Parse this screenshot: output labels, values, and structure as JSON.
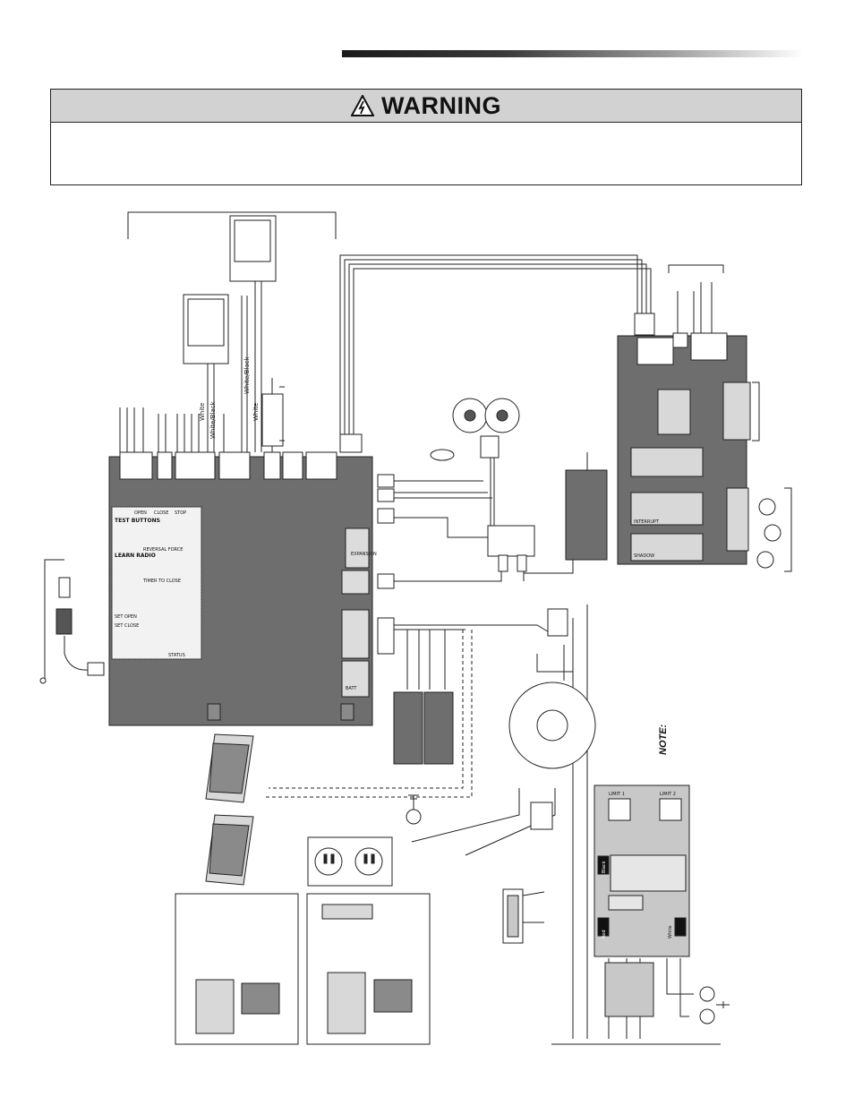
{
  "header": {
    "bar_colors": {
      "dark": "#1a1a1a",
      "light": "#ffffff"
    }
  },
  "warning": {
    "title": "WARNING",
    "icon": "electric-shock-warning-icon",
    "header_color": "#d2d2d2"
  },
  "diagram": {
    "board_color": "#6e6e6e",
    "wire_labels": {
      "white": "White",
      "white_black": "White/Black",
      "black": "Black",
      "red": "Red"
    },
    "main_board": {
      "test_buttons": {
        "title": "TEST BUTTONS",
        "open": "OPEN",
        "close": "CLOSE",
        "stop": "STOP"
      },
      "learn_radio": "LEARN RADIO",
      "reversal_force": "REVERSAL FORCE",
      "timer_to_close": "TIMER TO CLOSE",
      "expansion": "EXPANSION",
      "set_open": "SET OPEN",
      "set_close": "SET CLOSE",
      "status": "STATUS",
      "battery": "BATT"
    },
    "expansion_board": {
      "shadow": "SHADOW",
      "interrupt": "INTERRUPT"
    },
    "limit_board": {
      "label_left": "LIMIT 1",
      "label_right": "LIMIT 2"
    },
    "note": "NOTE:"
  }
}
